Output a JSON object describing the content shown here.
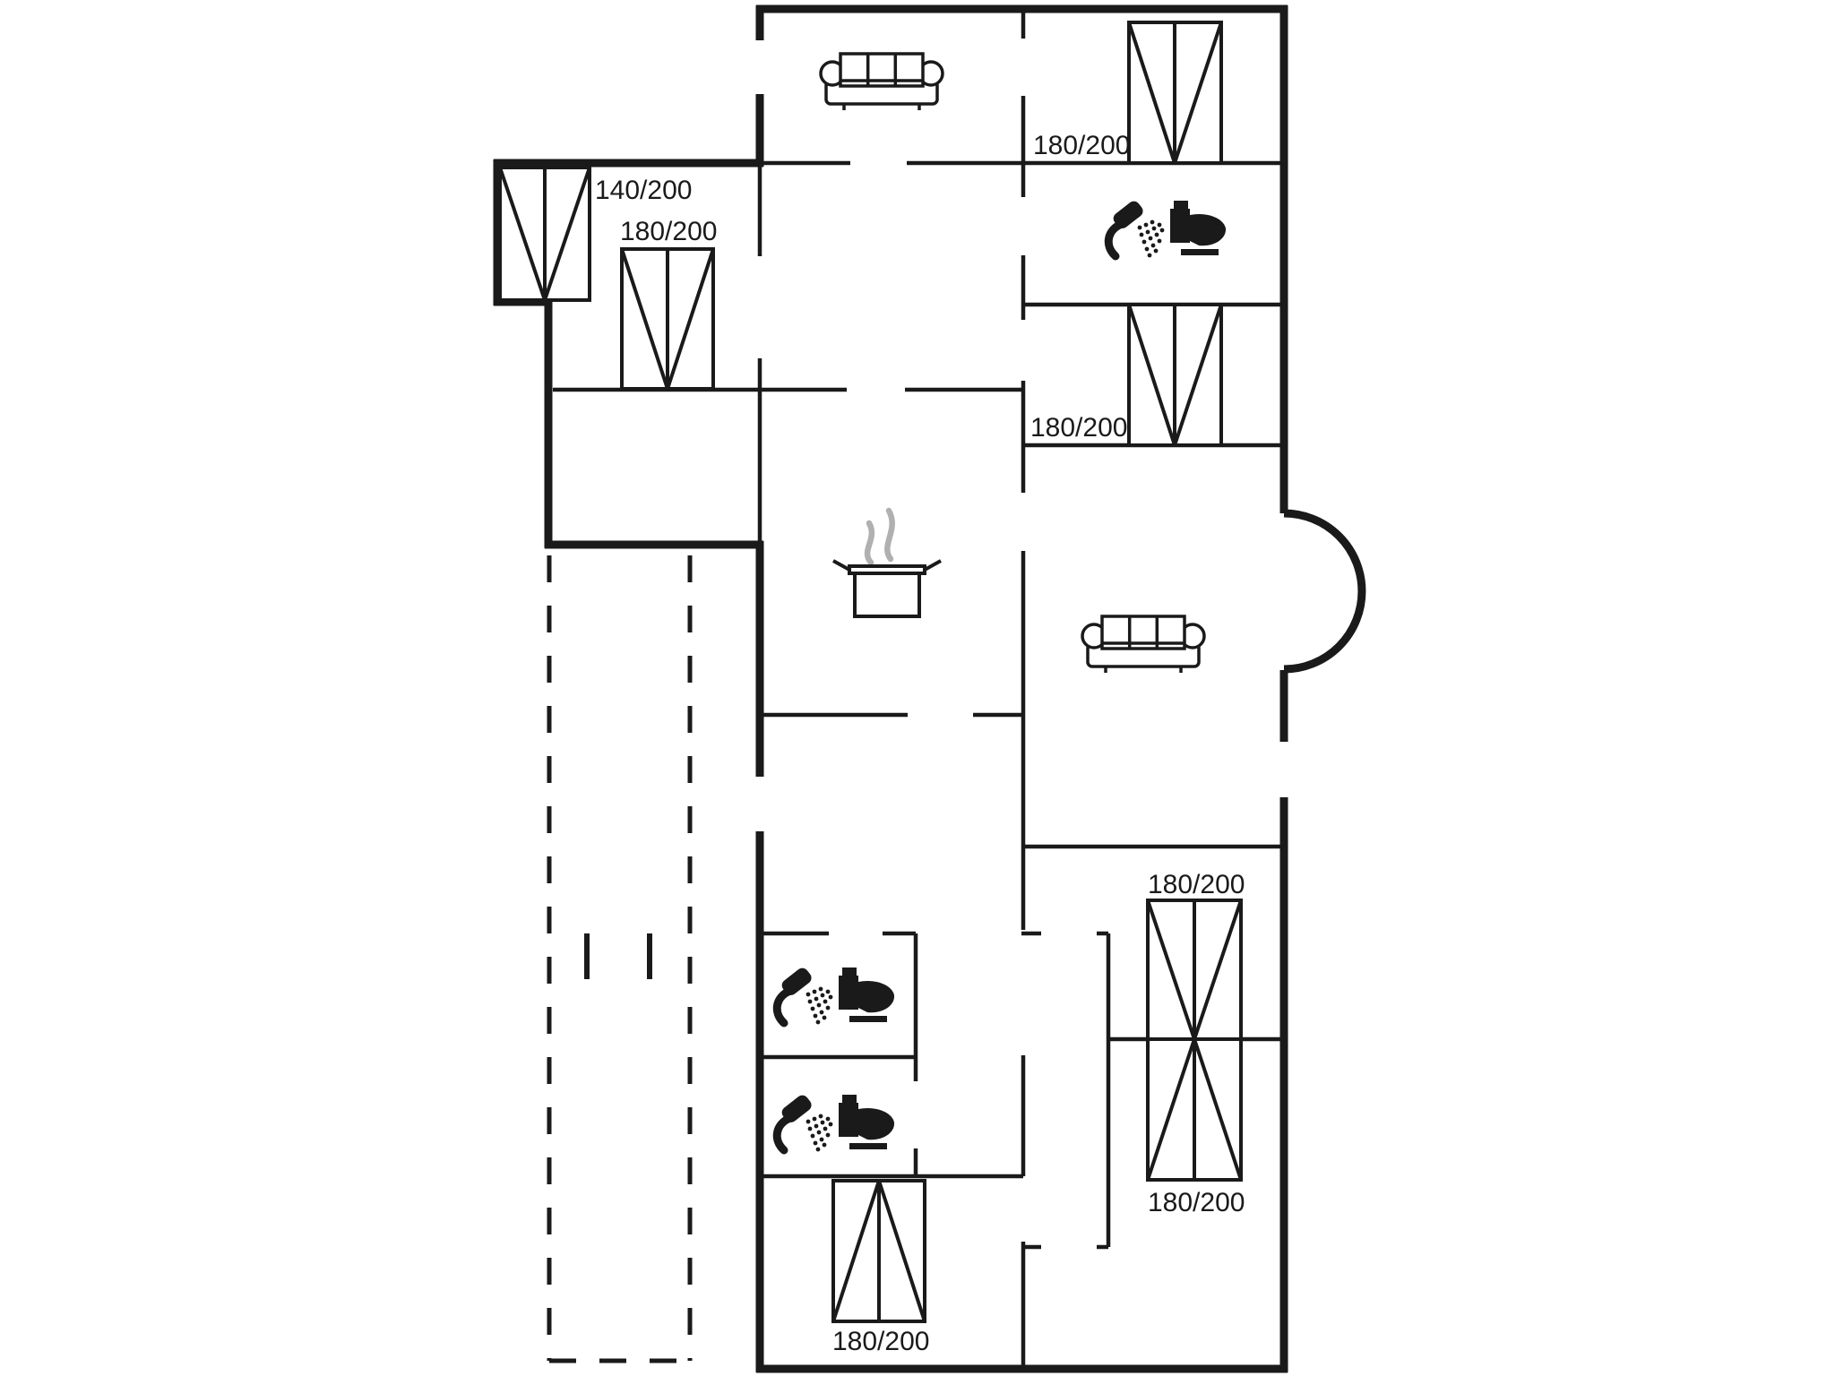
{
  "floorplan": {
    "labels": {
      "bed_annex_small": "140/200",
      "bed_annex_large": "180/200",
      "bed_top_right": "180/200",
      "bed_mid_right": "180/200",
      "bed_bottom_right_upper": "180/200",
      "bed_bottom_right_lower": "180/200",
      "bed_bottom_middle": "180/200"
    },
    "colors": {
      "wall": "#1a1a1a",
      "steam": "#b0b0b0",
      "background": "#ffffff"
    },
    "icons": {
      "sofa_top": "sofa-icon",
      "sofa_living": "sofa-icon",
      "pot": "cooking-pot-icon",
      "steam": "steam-icon",
      "shower": "shower-icon",
      "toilet": "toilet-icon",
      "entrance": "door-swing-arc",
      "carport": "dashed-carport-outline"
    }
  }
}
